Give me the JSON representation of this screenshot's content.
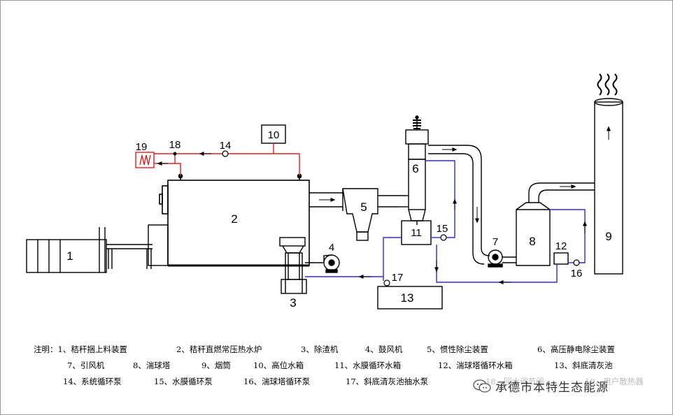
{
  "labels": {
    "n1": "1",
    "n2": "2",
    "n3": "3",
    "n4": "4",
    "n5": "5",
    "n6": "6",
    "n7": "7",
    "n8": "8",
    "n9": "9",
    "n10": "10",
    "n11": "11",
    "n12": "12",
    "n13": "13",
    "n14": "14",
    "n15": "15",
    "n16": "16",
    "n17": "17",
    "n18": "18",
    "n19": "19"
  },
  "legend": {
    "row1": [
      "注明：1、秸秆捆上料装置",
      "2、秸秆直燃常压热水炉",
      "3、除渣机",
      "4、鼓风机",
      "5、惯性除尘装置",
      "6、高压静电除尘装置"
    ],
    "row2": [
      "7、引风机",
      "8、湍球塔",
      "9、烟筒",
      "10、高位水箱",
      "11、水膜循环水箱",
      "12、湍球塔循环水箱",
      "13、斜底清灰池"
    ],
    "row3": [
      "14、系统循环泵",
      "15、水膜循环泵",
      "16、湍球塔循环泵",
      "17、斜底清灰池抽水泵",
      "18、回水调节阀",
      "19、用户散热器"
    ]
  },
  "watermark": {
    "text": "承德市本特生态能源",
    "icon": "wechat-icon"
  },
  "colors": {
    "line": "#000000",
    "hot_water": "#e02020",
    "cold_water": "#2a2ae0",
    "flue": "#000000",
    "frame": "#9a9a9a"
  }
}
